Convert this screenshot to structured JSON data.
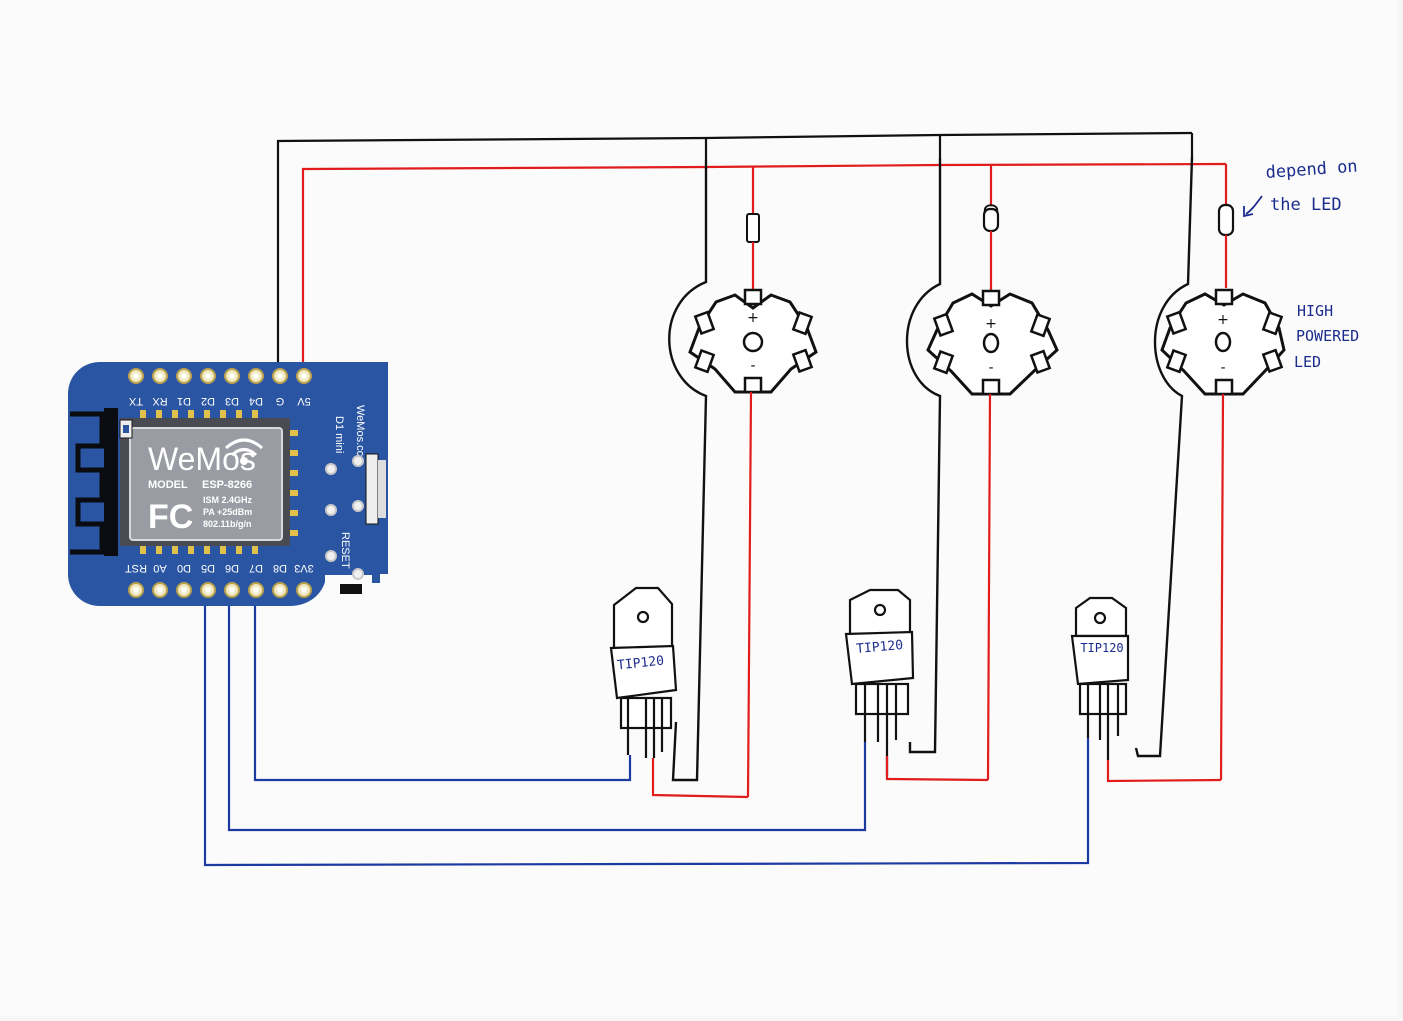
{
  "board": {
    "name": "D1 mini",
    "site": "WeMos.cc",
    "logo": "WeMos",
    "model_label": "MODEL",
    "model": "ESP-8266",
    "fc_logo": "FC",
    "specs": [
      "ISM 2.4GHz",
      "PA +25dBm",
      "802.11b/g/n"
    ],
    "reset_label": "RESET",
    "top_pins": [
      "TX",
      "RX",
      "D1",
      "D2",
      "D3",
      "D4",
      "G",
      "5V"
    ],
    "bottom_pins": [
      "RST",
      "A0",
      "D0",
      "D5",
      "D6",
      "D7",
      "D8",
      "3V3"
    ]
  },
  "transistors": [
    {
      "label": "TIP120"
    },
    {
      "label": "TIP120"
    },
    {
      "label": "TIP120"
    }
  ],
  "leds": [
    {
      "plus": "+",
      "minus": "-"
    },
    {
      "plus": "+",
      "minus": "-"
    },
    {
      "plus": "+",
      "minus": "-"
    }
  ],
  "annotations": {
    "resistor_note_line1": "depend on",
    "resistor_note_line2": "the LED",
    "led_note_line1": "HIGH",
    "led_note_line2": "POWERED",
    "led_note_line3": "LED"
  },
  "colors": {
    "board": "#2a55a3",
    "power_wire": "#e11c1c",
    "ground_wire": "#111111",
    "signal_wire": "#1c3aa0",
    "ink": "#1b2c8c"
  }
}
